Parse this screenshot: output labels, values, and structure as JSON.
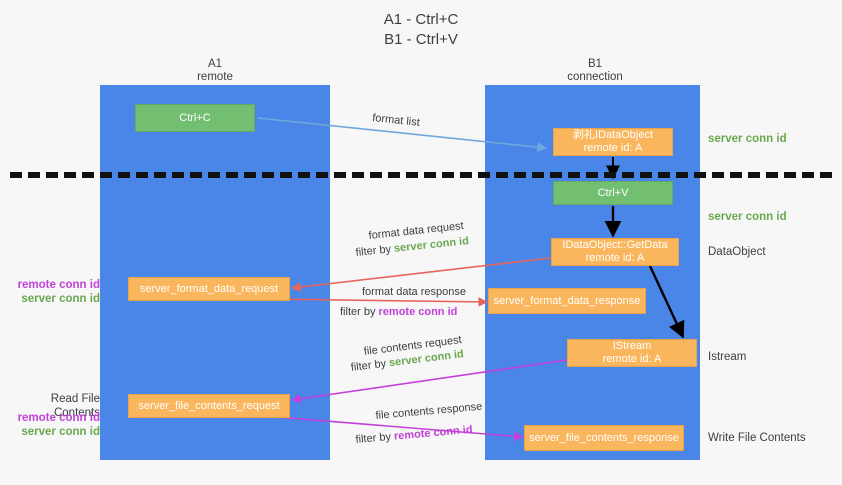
{
  "title": {
    "line1": "A1 - Ctrl+C",
    "line2": "B1 - Ctrl+V"
  },
  "columns": [
    {
      "name": "A1",
      "sub": "remote"
    },
    {
      "name": "B1",
      "sub": "connection"
    }
  ],
  "boxes": {
    "ctrl_c": "Ctrl+C",
    "ctrl_v": "Ctrl+V",
    "idataobject": {
      "line1": "剥礼IDataObject",
      "line2": "remote id: A"
    },
    "getdata": {
      "line1": "IDataObject::GetData",
      "line2": "remote id: A"
    },
    "istream": {
      "line1": "IStream",
      "line2": "remote id: A"
    },
    "server_format_data_request": "server_format_data_request",
    "server_format_data_response": "server_format_data_response",
    "server_file_contents_request": "server_file_contents_request",
    "server_file_contents_response": "server_file_contents_response"
  },
  "right_labels": {
    "server_conn_id_top": "server conn id",
    "server_conn_id_mid": "server conn id",
    "dataobject": "DataObject",
    "istream": "Istream",
    "write_file_contents": "Write File Contents"
  },
  "left_labels": {
    "remote_conn_id_1": "remote conn id",
    "server_conn_id_1": "server conn id",
    "read_file_contents": "Read File Contents",
    "remote_conn_id_2": "remote conn id",
    "server_conn_id_2": "server conn id"
  },
  "annotations": {
    "format_list": "format list",
    "format_data_request": "format data request",
    "filter_by_1_prefix": "filter by ",
    "filter_by_1_key": "server conn id",
    "format_data_response": "format data response",
    "filter_by_2_prefix": "filter by ",
    "filter_by_2_key": "remote conn id",
    "file_contents_request": "file contents request",
    "filter_by_3_prefix": "filter by ",
    "filter_by_3_key": "server conn id",
    "file_contents_response": "file contents response",
    "filter_by_4_prefix": "filter by ",
    "filter_by_4_key": "remote conn id"
  },
  "colors": {
    "lane": "#4a86e8",
    "green_box": "#73bf72",
    "orange_box": "#f9b65d",
    "green_text": "#6aa84f",
    "magenta_text": "#c341d8",
    "red_arrow": "#e8645a",
    "blue_arrow": "#6fa8dc",
    "magenta_arrow": "#c341d8",
    "black_arrow": "#000000",
    "background": "#f7f7f7"
  }
}
